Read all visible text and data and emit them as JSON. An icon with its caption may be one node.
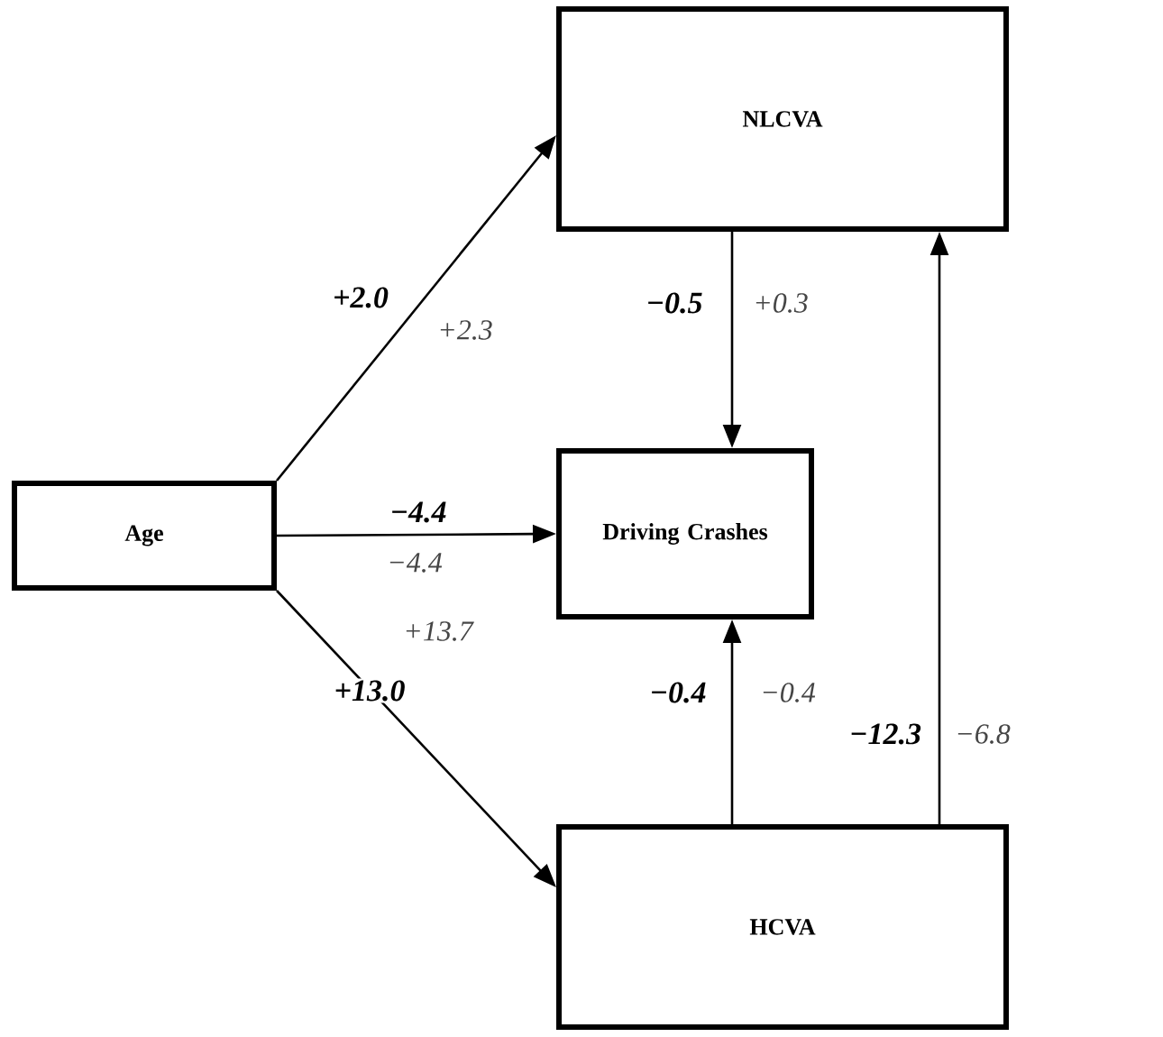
{
  "diagram": {
    "nodes": [
      {
        "text": [
          "Age"
        ]
      },
      {
        "text": [
          "NLCVA"
        ]
      },
      {
        "text": [
          "Driving Crashes"
        ]
      },
      {
        "text": [
          "HCVA"
        ]
      }
    ],
    "edges": [
      {
        "from": 0,
        "to": 1,
        "arrow": "to",
        "label": "+2.0"
      },
      {
        "from": 0,
        "to": 2,
        "arrow": "to",
        "label": "−4.4"
      },
      {
        "from": 0,
        "to": 3,
        "arrow": "to",
        "label": "+13.0"
      },
      {
        "from": 1,
        "to": 2,
        "arrow": "to",
        "label": "−0.5"
      },
      {
        "from": 3,
        "to": 2,
        "arrow": "to",
        "label": "−0.4"
      },
      {
        "from": 3,
        "to": 1,
        "arrow": "to",
        "label": "−12.3"
      }
    ],
    "labels": [
      "+0.3",
      "+2.3",
      "−4.4",
      "+13.7",
      "−0.4",
      "−6.8"
    ]
  }
}
